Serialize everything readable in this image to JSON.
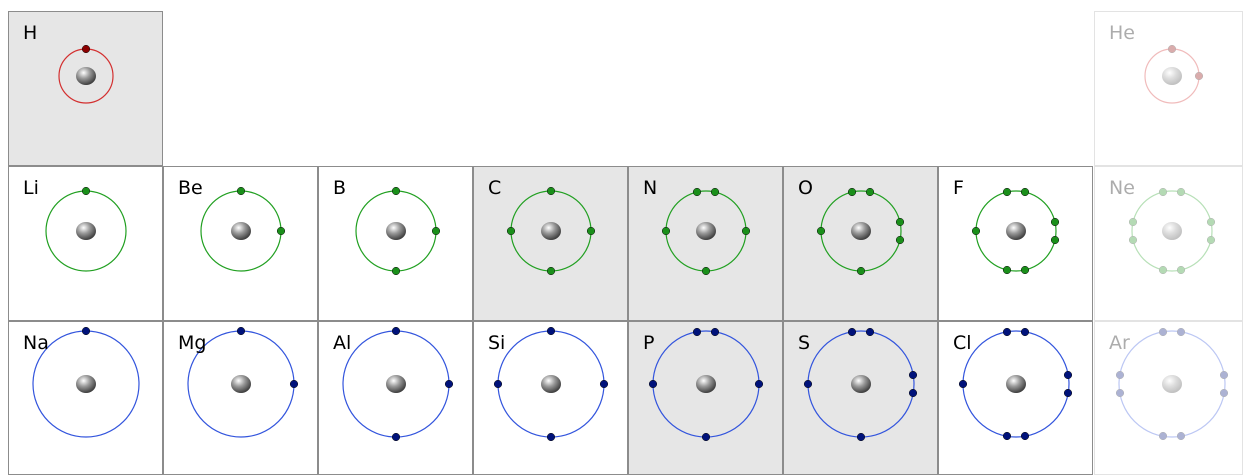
{
  "colors": {
    "period1": "#d32f2f",
    "period1_electron": "#8b0000",
    "period2": "#22a022",
    "period2_electron": "#1a8f1a",
    "period3": "#3355dd",
    "period3_electron": "#00127a",
    "cell_gray": "#e6e6e6"
  },
  "elements": [
    {
      "symbol": "H",
      "period": 1,
      "group_col": 0,
      "valence_electrons": 1,
      "highlighted": true,
      "faded": false
    },
    {
      "symbol": "He",
      "period": 1,
      "group_col": 7,
      "valence_electrons": 2,
      "highlighted": false,
      "faded": true
    },
    {
      "symbol": "Li",
      "period": 2,
      "group_col": 0,
      "valence_electrons": 1,
      "highlighted": false,
      "faded": false
    },
    {
      "symbol": "Be",
      "period": 2,
      "group_col": 1,
      "valence_electrons": 2,
      "highlighted": false,
      "faded": false
    },
    {
      "symbol": "B",
      "period": 2,
      "group_col": 2,
      "valence_electrons": 3,
      "highlighted": false,
      "faded": false
    },
    {
      "symbol": "C",
      "period": 2,
      "group_col": 3,
      "valence_electrons": 4,
      "highlighted": true,
      "faded": false
    },
    {
      "symbol": "N",
      "period": 2,
      "group_col": 4,
      "valence_electrons": 5,
      "highlighted": true,
      "faded": false
    },
    {
      "symbol": "O",
      "period": 2,
      "group_col": 5,
      "valence_electrons": 6,
      "highlighted": true,
      "faded": false
    },
    {
      "symbol": "F",
      "period": 2,
      "group_col": 6,
      "valence_electrons": 7,
      "highlighted": false,
      "faded": false
    },
    {
      "symbol": "Ne",
      "period": 2,
      "group_col": 7,
      "valence_electrons": 8,
      "highlighted": false,
      "faded": true
    },
    {
      "symbol": "Na",
      "period": 3,
      "group_col": 0,
      "valence_electrons": 1,
      "highlighted": false,
      "faded": false
    },
    {
      "symbol": "Mg",
      "period": 3,
      "group_col": 1,
      "valence_electrons": 2,
      "highlighted": false,
      "faded": false
    },
    {
      "symbol": "Al",
      "period": 3,
      "group_col": 2,
      "valence_electrons": 3,
      "highlighted": false,
      "faded": false
    },
    {
      "symbol": "Si",
      "period": 3,
      "group_col": 3,
      "valence_electrons": 4,
      "highlighted": false,
      "faded": false
    },
    {
      "symbol": "P",
      "period": 3,
      "group_col": 4,
      "valence_electrons": 5,
      "highlighted": true,
      "faded": false
    },
    {
      "symbol": "S",
      "period": 3,
      "group_col": 5,
      "valence_electrons": 6,
      "highlighted": true,
      "faded": false
    },
    {
      "symbol": "Cl",
      "period": 3,
      "group_col": 6,
      "valence_electrons": 7,
      "highlighted": false,
      "faded": false
    },
    {
      "symbol": "Ar",
      "period": 3,
      "group_col": 7,
      "valence_electrons": 8,
      "highlighted": false,
      "faded": true
    }
  ]
}
